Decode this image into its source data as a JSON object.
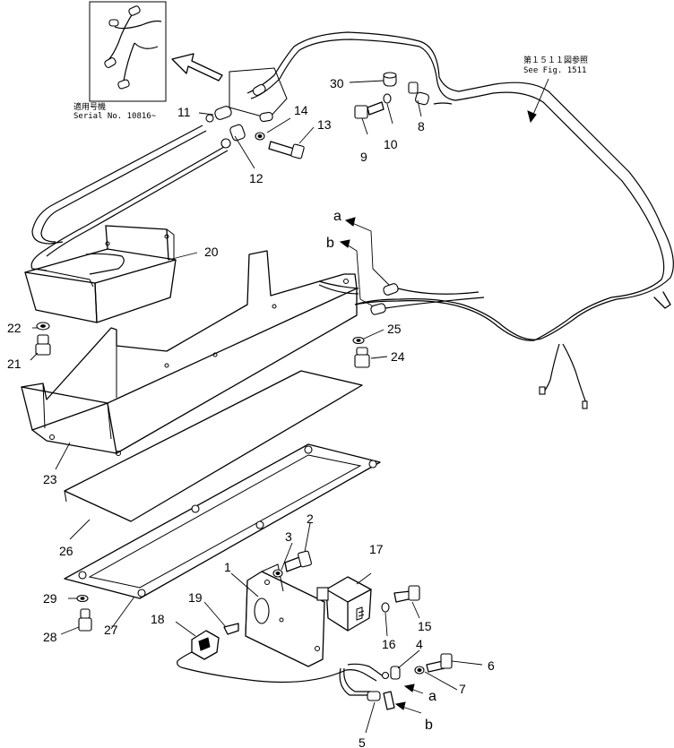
{
  "inset": {
    "note_jp": "適用号機",
    "note_serial": "Serial No. 10816~"
  },
  "reference": {
    "note_jp": "第１５１１図参照",
    "note_en": "See Fig. 1511"
  },
  "connectors": {
    "a": "a",
    "b": "b"
  },
  "callouts": {
    "c1": "1",
    "c2": "2",
    "c3": "3",
    "c4": "4",
    "c5": "5",
    "c6": "6",
    "c7": "7",
    "c8": "8",
    "c9": "9",
    "c10": "10",
    "c11": "11",
    "c12": "12",
    "c13": "13",
    "c14": "14",
    "c15": "15",
    "c16": "16",
    "c17": "17",
    "c18": "18",
    "c19": "19",
    "c20": "20",
    "c21": "21",
    "c22": "22",
    "c23": "23",
    "c24": "24",
    "c25": "25",
    "c26": "26",
    "c27": "27",
    "c28": "28",
    "c29": "29",
    "c30": "30"
  }
}
